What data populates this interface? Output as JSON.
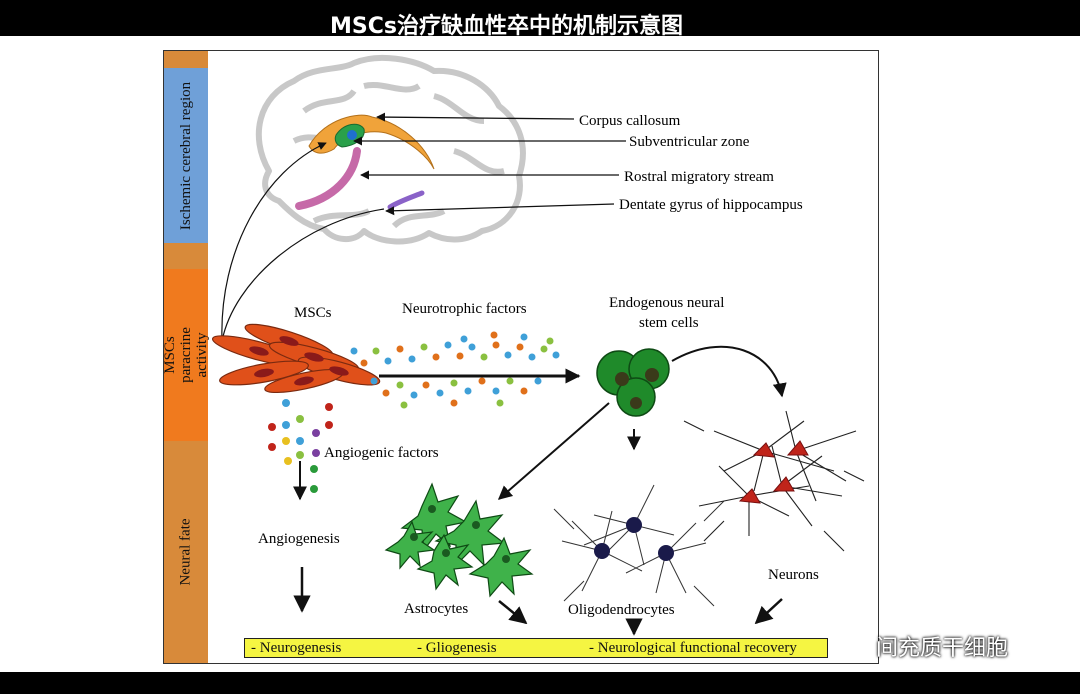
{
  "header": {
    "cut_title": "MSCs治疗缺血性卒中的机制示意图"
  },
  "bands": {
    "top": "Ischemic cerebral region",
    "middle": "MSCs paracrine activity",
    "bottom": "Neural fate"
  },
  "brain_labels": {
    "corpus_callosum": "Corpus callosum",
    "subventricular_zone": "Subventricular zone",
    "rostral_migratory_stream": "Rostral migratory stream",
    "dentate_gyrus": "Dentate gyrus of hippocampus"
  },
  "labels": {
    "mscs": "MSCs",
    "neurotrophic_factors": "Neurotrophic factors",
    "endogenous_line1": "Endogenous neural",
    "endogenous_line2": "stem cells",
    "angiogenic_factors": "Angiogenic factors",
    "angiogenesis": "Angiogenesis",
    "astrocytes": "Astrocytes",
    "oligodendrocytes": "Oligodendrocytes",
    "neurons": "Neurons"
  },
  "outcomes": {
    "neurogenesis": "- Neurogenesis",
    "gliogenesis": "- Gliogenesis",
    "recovery": "- Neurological functional recovery"
  },
  "watermark": {
    "text": "间充质干细胞"
  },
  "colors": {
    "band_blue": "#6fa0d8",
    "band_orange": "#f07a1e",
    "band_tan": "#d88a3a",
    "outcome_yellow": "#f5f542",
    "stem_green": "#1f8a2a",
    "astro_green": "#3fb24a"
  }
}
